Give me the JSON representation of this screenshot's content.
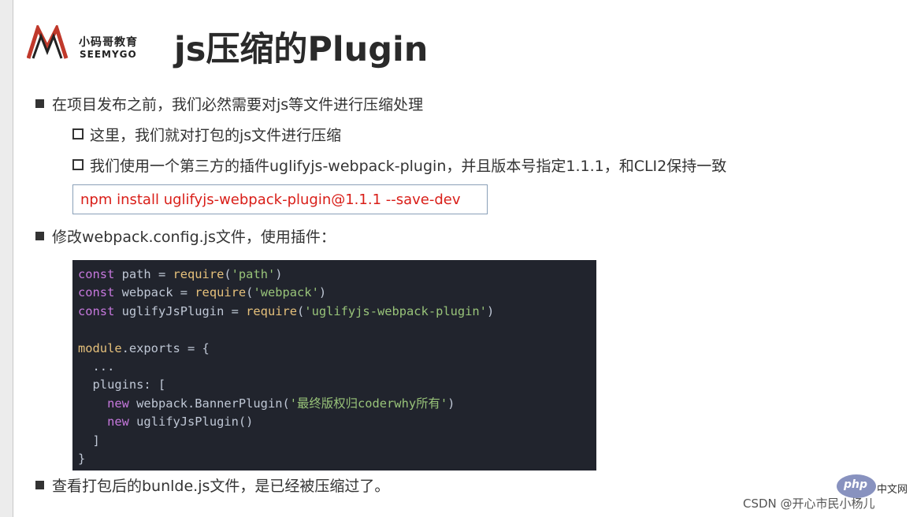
{
  "logo": {
    "cn": "小码哥教育",
    "en": "SEEMYGO"
  },
  "title": "js压缩的Plugin",
  "bullets": {
    "b1": "在项目发布之前，我们必然需要对js等文件进行压缩处理",
    "s1": "这里，我们就对打包的js文件进行压缩",
    "s2": "我们使用一个第三方的插件uglifyjs-webpack-plugin，并且版本号指定1.1.1，和CLI2保持一致",
    "cmd": "npm install uglifyjs-webpack-plugin@1.1.1 --save-dev",
    "b2": "修改webpack.config.js文件，使用插件：",
    "b3": "查看打包后的bunlde.js文件，是已经被压缩过了。"
  },
  "code": {
    "l1_kw": "const",
    "l1_rest": " path = ",
    "l1_fn": "require",
    "l1_p1": "(",
    "l1_str": "'path'",
    "l1_p2": ")",
    "l2_kw": "const",
    "l2_rest": " webpack = ",
    "l2_fn": "require",
    "l2_p1": "(",
    "l2_str": "'webpack'",
    "l2_p2": ")",
    "l3_kw": "const",
    "l3_rest": " uglifyJsPlugin = ",
    "l3_fn": "require",
    "l3_p1": "(",
    "l3_str": "'uglifyjs-webpack-plugin'",
    "l3_p2": ")",
    "l5_fn": "module",
    "l5_rest": ".exports = {",
    "l6": "  ...",
    "l7": "  plugins: [",
    "l8_ind": "    ",
    "l8_kw": "new",
    "l8_rest": " webpack.BannerPlugin(",
    "l8_str": "'最终版权归coderwhy所有'",
    "l8_p2": ")",
    "l9_ind": "    ",
    "l9_kw": "new",
    "l9_rest": " uglifyJsPlugin()",
    "l10": "  ]",
    "l11": "}"
  },
  "watermark": {
    "php": "php",
    "php_cn": "中文网",
    "csdn": "CSDN @开心市民小杨儿"
  }
}
